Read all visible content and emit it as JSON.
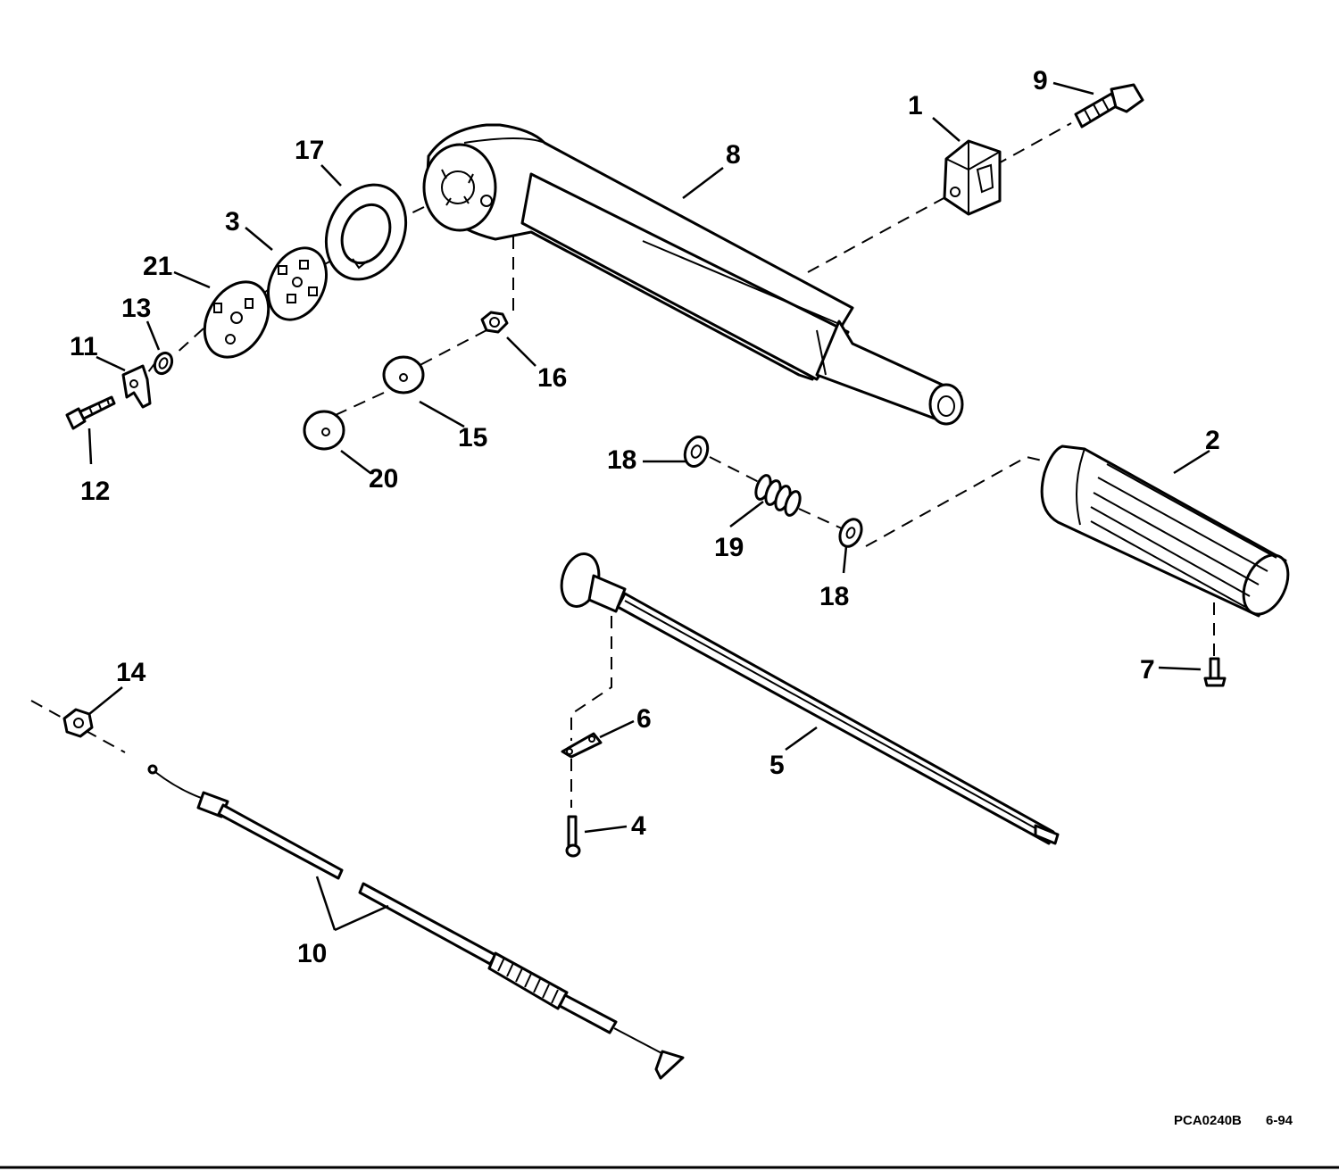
{
  "diagram": {
    "callouts": [
      {
        "id": "1",
        "label": "1"
      },
      {
        "id": "2",
        "label": "2"
      },
      {
        "id": "3",
        "label": "3"
      },
      {
        "id": "4",
        "label": "4"
      },
      {
        "id": "5",
        "label": "5"
      },
      {
        "id": "6",
        "label": "6"
      },
      {
        "id": "7",
        "label": "7"
      },
      {
        "id": "8",
        "label": "8"
      },
      {
        "id": "9",
        "label": "9"
      },
      {
        "id": "10",
        "label": "10"
      },
      {
        "id": "11",
        "label": "11"
      },
      {
        "id": "12",
        "label": "12"
      },
      {
        "id": "13",
        "label": "13"
      },
      {
        "id": "14",
        "label": "14"
      },
      {
        "id": "15",
        "label": "15"
      },
      {
        "id": "16",
        "label": "16"
      },
      {
        "id": "17",
        "label": "17"
      },
      {
        "id": "18a",
        "label": "18"
      },
      {
        "id": "18b",
        "label": "18"
      },
      {
        "id": "19",
        "label": "19"
      },
      {
        "id": "20",
        "label": "20"
      },
      {
        "id": "21",
        "label": "21"
      }
    ],
    "reference_code": "PCA0240B",
    "reference_date": "6-94"
  }
}
